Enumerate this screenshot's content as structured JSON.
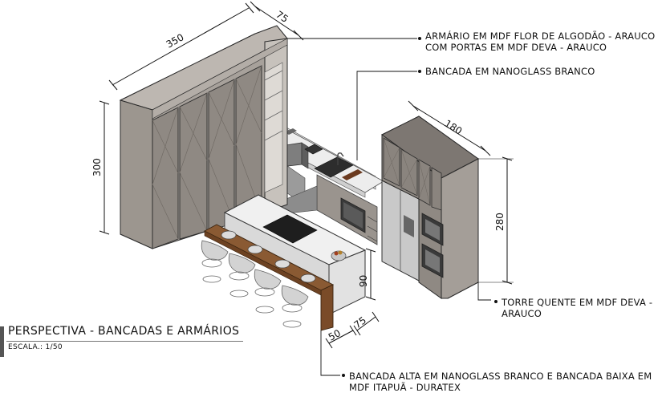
{
  "title": "PERSPECTIVA - BANCADAS E ARMÁRIOS",
  "scale": "ESCALA.: 1/50",
  "dimensions": {
    "cabinet_width": "350",
    "cabinet_depth": "75",
    "cabinet_height": "300",
    "tower_width": "180",
    "tower_height": "280",
    "counter_height": "90",
    "counter_depth": "75",
    "bar_depth": "50"
  },
  "annotations": {
    "cabinet": [
      "ARMÁRIO EM MDF FLOR DE ALGODÃO - ARAUCO",
      "COM PORTAS EM MDF DEVA - ARAUCO"
    ],
    "countertop": [
      "BANCADA EM NANOGLASS BRANCO"
    ],
    "tower": [
      "TORRE QUENTE EM MDF DEVA -",
      "ARAUCO"
    ],
    "island": [
      "BANCADA ALTA EM NANOGLASS BRANCO E BANCADA BAIXA EM",
      "MDF ITAPUÃ - DURATEX"
    ]
  },
  "colors": {
    "cabinet_body": "#a7a19b",
    "cabinet_door": "#8f8983",
    "tower_body": "#8a847e",
    "countertop": "#e9e9e9",
    "wood": "#8a5a33",
    "line": "#2a2a2a"
  }
}
